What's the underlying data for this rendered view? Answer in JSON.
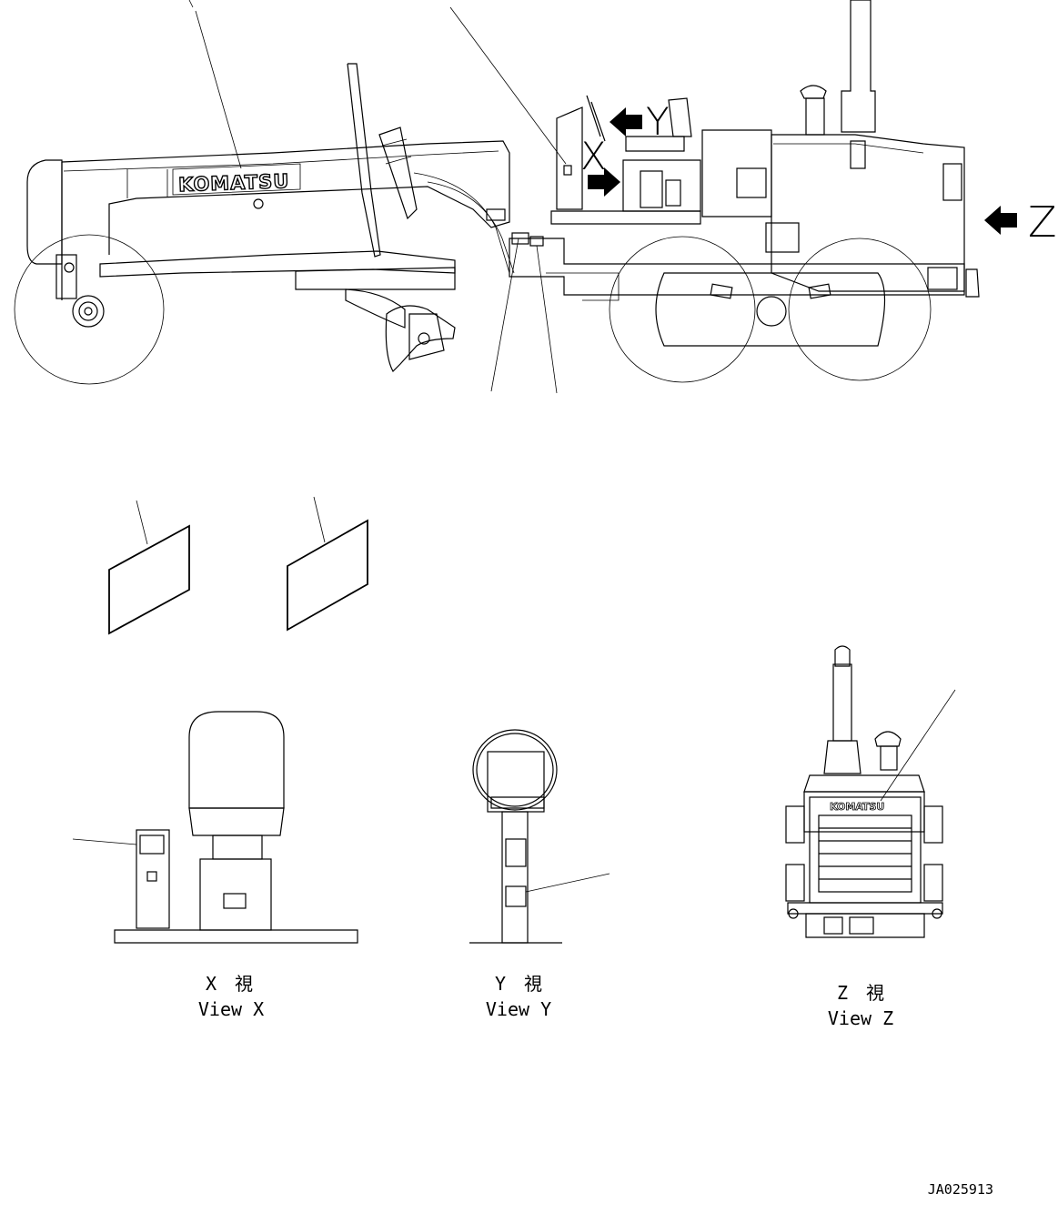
{
  "logo_text": "KOMATSU",
  "view_markers": {
    "x": "X",
    "y": "Y",
    "z": "Z"
  },
  "views": [
    {
      "jp": "X　視",
      "en": "View X"
    },
    {
      "jp": "Y　視",
      "en": "View Y"
    },
    {
      "jp": "Z　視",
      "en": "View Z"
    }
  ],
  "drawing_number": "JA025913",
  "colors": {
    "line": "#000000",
    "background": "#ffffff"
  }
}
